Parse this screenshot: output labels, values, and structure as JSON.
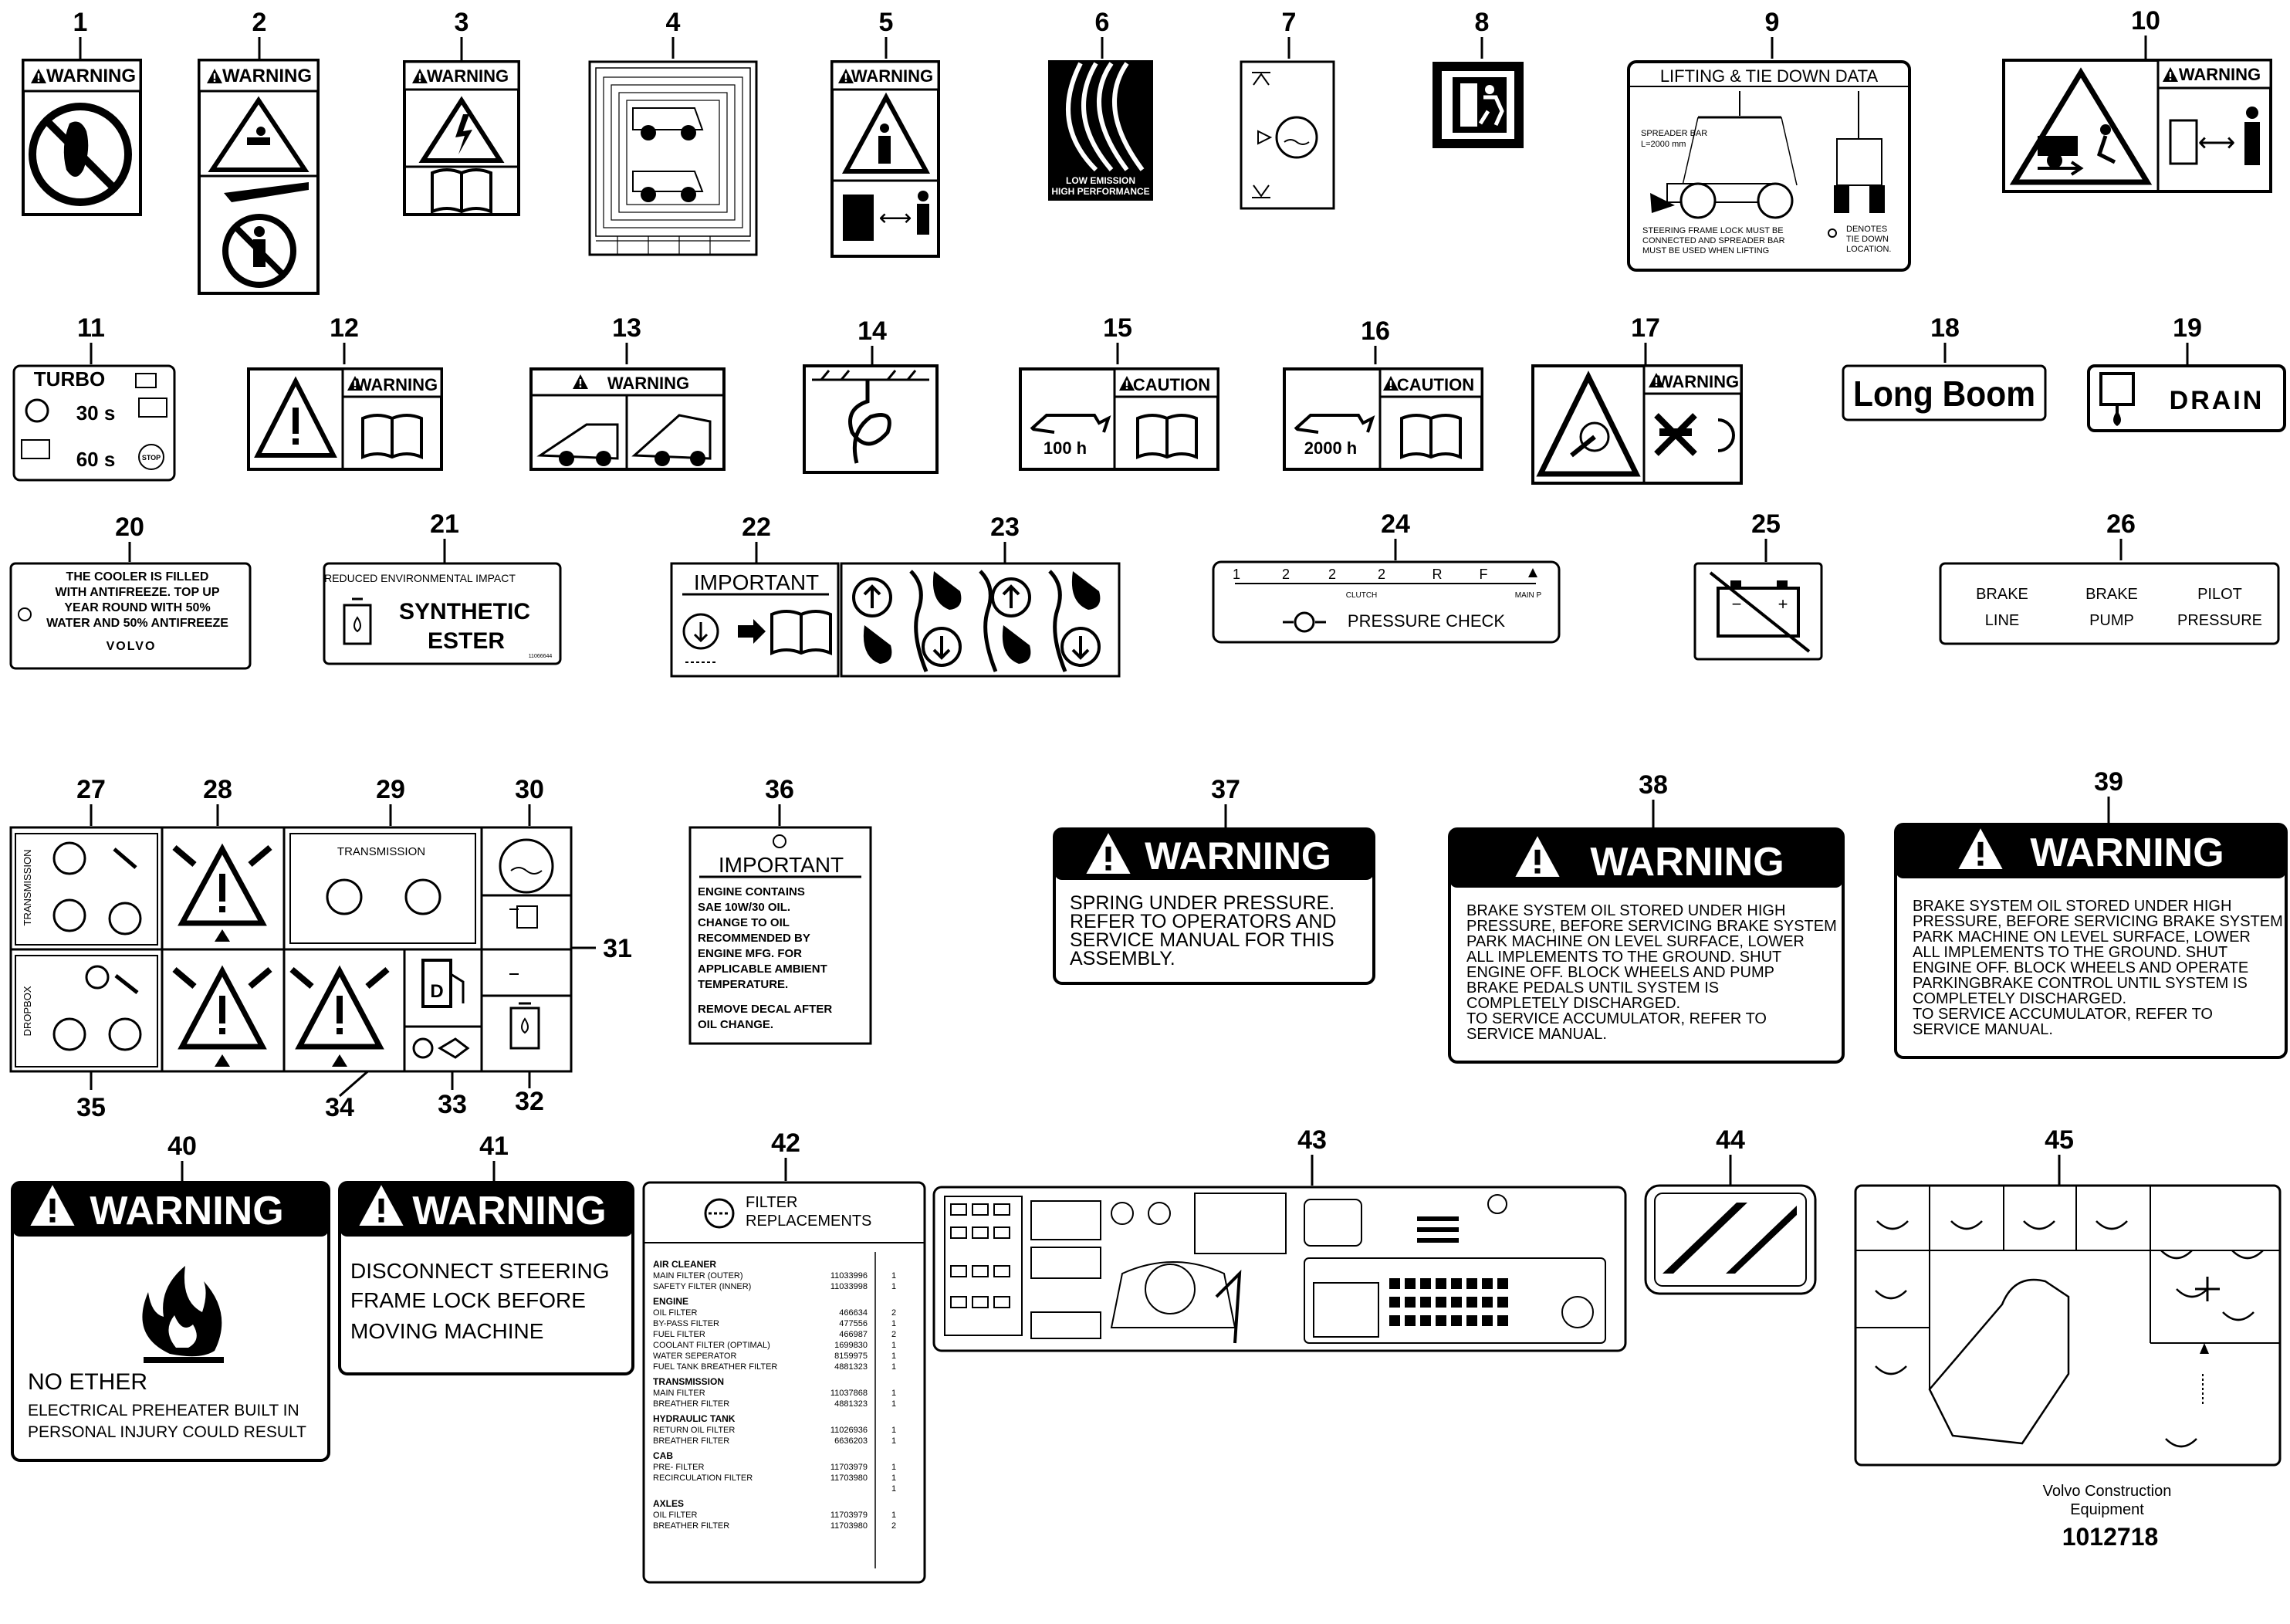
{
  "callouts": [
    "1",
    "2",
    "3",
    "4",
    "5",
    "6",
    "7",
    "8",
    "9",
    "10",
    "11",
    "12",
    "13",
    "14",
    "15",
    "16",
    "17",
    "18",
    "19",
    "20",
    "21",
    "22",
    "23",
    "24",
    "25",
    "26",
    "27",
    "28",
    "29",
    "30",
    "31",
    "32",
    "33",
    "34",
    "35",
    "36",
    "37",
    "38",
    "39",
    "40",
    "41",
    "42",
    "43",
    "44",
    "45"
  ],
  "labels": {
    "warning": "WARNING",
    "caution": "CAUTION",
    "important": "IMPORTANT",
    "low_emission": "LOW EMISSION",
    "high_performance": "HIGH PERFORMANCE",
    "lifting_title": "LIFTING & TIE DOWN DATA",
    "spreader_bar": "SPREADER BAR",
    "spreader_len": "L=2000 mm",
    "steering_lock_1": "STEERING FRAME LOCK MUST BE",
    "steering_lock_2": "CONNECTED AND SPREADER BAR",
    "steering_lock_3": "MUST BE USED WHEN LIFTING",
    "denotes_1": "DENOTES",
    "denotes_2": "TIE DOWN",
    "denotes_3": "LOCATION.",
    "turbo": "TURBO",
    "turbo_30": "30 s",
    "turbo_60": "60 s",
    "stop": "STOP",
    "hours_100": "100 h",
    "hours_2000": "2000 h",
    "long_boom": "Long Boom",
    "drain": "DRAIN",
    "cooler_1": "THE COOLER IS FILLED",
    "cooler_2": "WITH ANTIFREEZE. TOP UP",
    "cooler_3": "YEAR ROUND WITH 50%",
    "cooler_4": "WATER AND 50% ANTIFREEZE",
    "volvo": "VOLVO",
    "reduced_impact": "REDUCED ENVIRONMENTAL IMPACT",
    "synthetic": "SYNTHETIC",
    "ester": "ESTER",
    "ester_code": "11066644",
    "pressure_check": "PRESSURE CHECK",
    "clutch": "CLUTCH",
    "main_p": "MAIN P",
    "gauge_ticks": [
      "1",
      "2",
      "2",
      "2",
      "R",
      "F"
    ],
    "brake_line_1": "BRAKE",
    "brake_line_2": "LINE",
    "brake_pump_1": "BRAKE",
    "brake_pump_2": "PUMP",
    "pilot_1": "PILOT",
    "pilot_2": "PRESSURE",
    "transmission": "TRANSMISSION",
    "transmission_upper": "TRANSMISSION",
    "dropbox": "DROPBOX",
    "fuel_d": "D",
    "important_36_lines": [
      "ENGINE CONTAINS",
      "SAE 10W/30 OIL.",
      "CHANGE TO OIL",
      "RECOMMENDED BY",
      "ENGINE MFG. FOR",
      "APPLICABLE AMBIENT",
      "TEMPERATURE."
    ],
    "important_36_remove": [
      "REMOVE DECAL AFTER",
      "OIL CHANGE."
    ],
    "w37_lines": [
      "SPRING UNDER PRESSURE.",
      "REFER TO OPERATORS AND",
      "SERVICE MANUAL FOR THIS",
      "ASSEMBLY."
    ],
    "w38_lines": [
      "BRAKE SYSTEM OIL STORED UNDER HIGH",
      "PRESSURE, BEFORE SERVICING BRAKE SYSTEM",
      "PARK MACHINE ON LEVEL SURFACE, LOWER",
      "ALL IMPLEMENTS TO THE GROUND. SHUT",
      "ENGINE OFF. BLOCK WHEELS AND PUMP",
      "BRAKE PEDALS UNTIL SYSTEM IS",
      "COMPLETELY DISCHARGED.",
      "TO SERVICE ACCUMULATOR, REFER TO",
      "SERVICE MANUAL."
    ],
    "w39_lines": [
      "BRAKE SYSTEM OIL STORED UNDER HIGH",
      "PRESSURE, BEFORE SERVICING BRAKE SYSTEM",
      "PARK MACHINE ON LEVEL SURFACE, LOWER",
      "ALL IMPLEMENTS TO THE GROUND. SHUT",
      "ENGINE OFF. BLOCK WHEELS AND OPERATE",
      "PARKINGBRAKE CONTROL UNTIL SYSTEM IS",
      "COMPLETELY DISCHARGED.",
      "TO SERVICE ACCUMULATOR, REFER TO",
      "SERVICE MANUAL."
    ],
    "no_ether": "NO ETHER",
    "w40_lines": [
      "ELECTRICAL PREHEATER BUILT IN",
      "PERSONAL INJURY COULD RESULT"
    ],
    "w41_lines": [
      "DISCONNECT STEERING",
      "FRAME LOCK BEFORE",
      "MOVING MACHINE"
    ],
    "filter_title_1": "FILTER",
    "filter_title_2": "REPLACEMENTS",
    "filter_sections": [
      {
        "title": "AIR CLEANER",
        "rows": [
          [
            "MAIN FILTER (OUTER)",
            "11033996",
            "1"
          ],
          [
            "SAFETY FILTER (INNER)",
            "11033998",
            "1"
          ]
        ]
      },
      {
        "title": "ENGINE",
        "rows": [
          [
            "OIL FILTER",
            "466634",
            "2"
          ],
          [
            "BY-PASS FILTER",
            "477556",
            "1"
          ],
          [
            "FUEL FILTER",
            "466987",
            "2"
          ],
          [
            "COOLANT FILTER (OPTIMAL)",
            "1699830",
            "1"
          ],
          [
            "WATER SEPERATOR",
            "8159975",
            "1"
          ],
          [
            "FUEL TANK BREATHER FILTER",
            "4881323",
            "1"
          ]
        ]
      },
      {
        "title": "TRANSMISSION",
        "rows": [
          [
            "MAIN FILTER",
            "11037868",
            "1"
          ],
          [
            "BREATHER FILTER",
            "4881323",
            "1"
          ]
        ]
      },
      {
        "title": "HYDRAULIC TANK",
        "rows": [
          [
            "RETURN OIL FILTER",
            "11026936",
            "1"
          ],
          [
            "BREATHER FILTER",
            "6636203",
            "1"
          ]
        ]
      },
      {
        "title": "CAB",
        "rows": [
          [
            "PRE- FILTER",
            "11703979",
            "1"
          ],
          [
            "RECIRCULATION FILTER",
            "11703980",
            "1"
          ],
          [
            "",
            "",
            "1"
          ]
        ]
      },
      {
        "title": "AXLES",
        "rows": [
          [
            "OIL FILTER",
            "11703979",
            "1"
          ],
          [
            "BREATHER FILTER",
            "11703980",
            "2"
          ]
        ]
      }
    ],
    "company_1": "Volvo Construction",
    "company_2": "Equipment",
    "doc_number": "1012718"
  }
}
